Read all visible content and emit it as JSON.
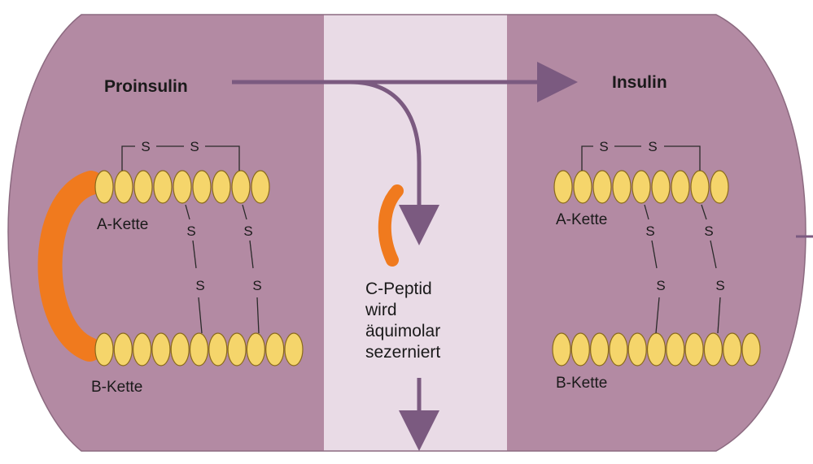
{
  "colors": {
    "panel": "#b38aa3",
    "center_strip": "#e9dbe6",
    "arrow": "#7b5a80",
    "bead_fill": "#f5d56b",
    "bead_stroke": "#8a6a1a",
    "c_peptide": "#f07a1e",
    "bond_line": "#2a2a2a"
  },
  "icons": {
    "c_peptide": "orange-curved-chain",
    "bead": "amino-acid-oval",
    "arrow": "process-arrow"
  },
  "labels": {
    "proinsulin": "Proinsulin",
    "insulin": "Insulin",
    "a_chain": "A-Kette",
    "b_chain": "B-Kette",
    "sulfur": "S",
    "c_peptide_lines": [
      "C-Peptid",
      "wird",
      "äquimolar",
      "sezerniert"
    ]
  }
}
